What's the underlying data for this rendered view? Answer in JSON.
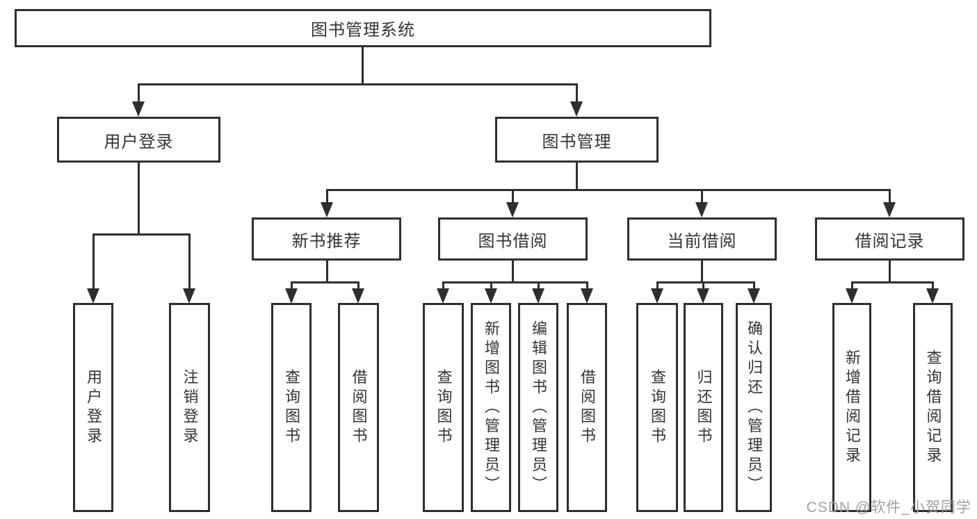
{
  "diagram": {
    "root": {
      "id": "library-management-system",
      "label": "图书管理系统"
    },
    "level2": [
      {
        "id": "user-login",
        "label": "用户登录",
        "parent": "library-management-system"
      },
      {
        "id": "book-management",
        "label": "图书管理",
        "parent": "library-management-system"
      }
    ],
    "level3": [
      {
        "id": "new-book-recommend",
        "label": "新书推荐",
        "parent": "book-management"
      },
      {
        "id": "book-borrow",
        "label": "图书借阅",
        "parent": "book-management"
      },
      {
        "id": "current-borrow",
        "label": "当前借阅",
        "parent": "book-management"
      },
      {
        "id": "borrow-records",
        "label": "借阅记录",
        "parent": "book-management"
      }
    ],
    "leaves": [
      {
        "id": "user-login-action",
        "label": "用户登录",
        "parent": "user-login"
      },
      {
        "id": "logout-action",
        "label": "注销登录",
        "parent": "user-login"
      },
      {
        "id": "query-books-recommend",
        "label": "查询图书",
        "parent": "new-book-recommend"
      },
      {
        "id": "borrow-books-recommend",
        "label": "借阅图书",
        "parent": "new-book-recommend"
      },
      {
        "id": "query-books-borrow",
        "label": "查询图书",
        "parent": "book-borrow"
      },
      {
        "id": "add-book-admin",
        "label": "新增图书（管理员）",
        "parent": "book-borrow"
      },
      {
        "id": "edit-book-admin",
        "label": "编辑图书（管理员）",
        "parent": "book-borrow"
      },
      {
        "id": "borrow-books-borrow",
        "label": "借阅图书",
        "parent": "book-borrow"
      },
      {
        "id": "query-books-current",
        "label": "查询图书",
        "parent": "current-borrow"
      },
      {
        "id": "return-book",
        "label": "归还图书",
        "parent": "current-borrow"
      },
      {
        "id": "confirm-return-admin",
        "label": "确认归还（管理员）",
        "parent": "current-borrow"
      },
      {
        "id": "add-borrow-record",
        "label": "新增借阅记录",
        "parent": "borrow-records"
      },
      {
        "id": "query-borrow-record",
        "label": "查询借阅记录",
        "parent": "borrow-records"
      }
    ]
  },
  "watermark": {
    "text": "CSDN @软件_小贺同学"
  },
  "colors": {
    "line": "#2e2e2e",
    "text": "#333333",
    "watermark": "#a0a0a0",
    "background": "#ffffff"
  }
}
